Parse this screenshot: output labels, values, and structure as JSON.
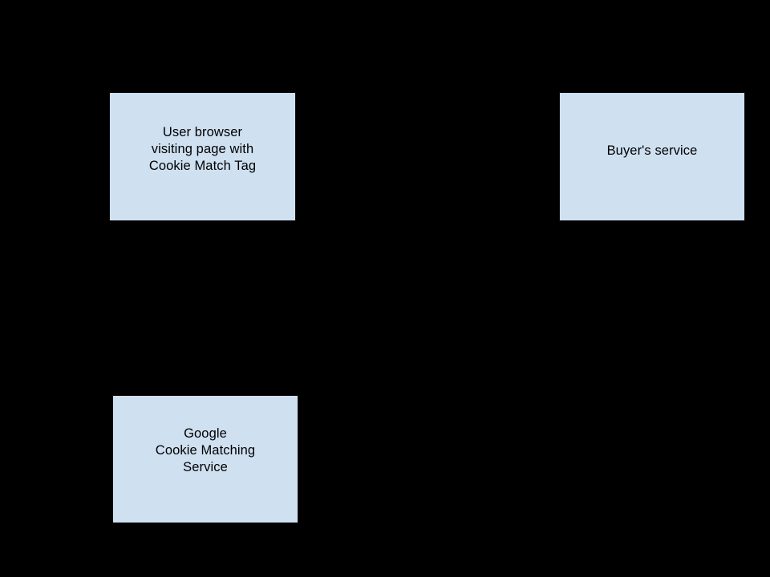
{
  "diagram": {
    "background_color": "#000000",
    "node_fill_color": "#cfe0f1",
    "node_border_color": "#0d0d0d",
    "node_text_color": "#000000",
    "nodes": [
      {
        "id": "user-browser",
        "label": "User browser\nvisiting page with\nCookie Match Tag",
        "lines": [
          "User browser",
          "visiting page with",
          "Cookie Match Tag"
        ]
      },
      {
        "id": "buyers-service",
        "label": "Buyer's service",
        "lines": [
          "Buyer's service"
        ]
      },
      {
        "id": "google-cookie-matching",
        "label": "Google\nCookie Matching\nService",
        "lines": [
          "Google",
          "Cookie Matching",
          "Service"
        ]
      }
    ]
  }
}
